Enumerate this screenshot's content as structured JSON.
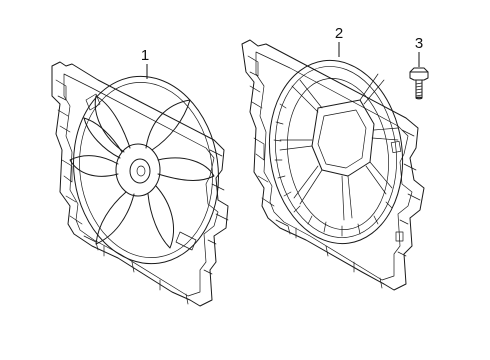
{
  "callouts": [
    {
      "label": "1",
      "part": "fan-shroud-assembly-with-fan"
    },
    {
      "label": "2",
      "part": "fan-shroud"
    },
    {
      "label": "3",
      "part": "bolt"
    }
  ],
  "colors": {
    "line": "#1a1a1a",
    "background": "#ffffff"
  }
}
